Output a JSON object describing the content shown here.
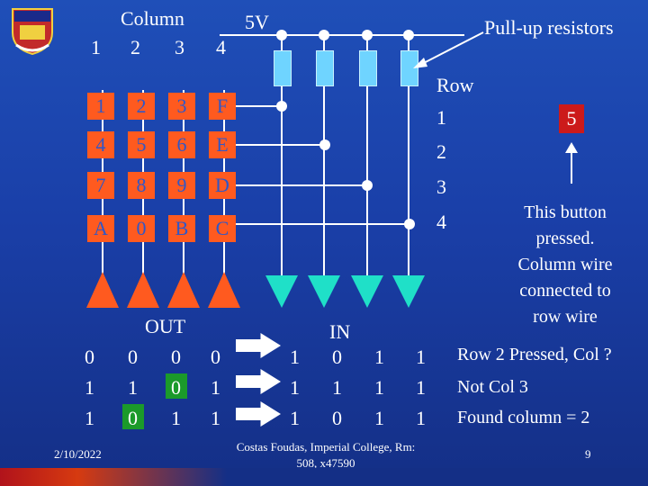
{
  "slide": {
    "column_label": "Column",
    "column_numbers": [
      "1",
      "2",
      "3",
      "4"
    ],
    "supply_label": "5V",
    "pullup_label": "Pull-up resistors",
    "row_label": "Row",
    "row_numbers": [
      "1",
      "2",
      "3",
      "4"
    ],
    "keys": [
      [
        "1",
        "2",
        "3",
        "F"
      ],
      [
        "4",
        "5",
        "6",
        "E"
      ],
      [
        "7",
        "8",
        "9",
        "D"
      ],
      [
        "A",
        "0",
        "B",
        "C"
      ]
    ],
    "out_label": "OUT",
    "in_label": "IN",
    "out_rows": [
      [
        "0",
        "0",
        "0",
        "0"
      ],
      [
        "1",
        "1",
        "0",
        "1"
      ],
      [
        "1",
        "0",
        "1",
        "1"
      ]
    ],
    "in_rows": [
      [
        "1",
        "0",
        "1",
        "1"
      ],
      [
        "1",
        "1",
        "1",
        "1"
      ],
      [
        "1",
        "0",
        "1",
        "1"
      ]
    ],
    "pressed_key": "5",
    "note_lines": [
      "This button",
      "pressed.",
      "Column wire",
      "connected to",
      "row wire"
    ],
    "row_pressed_text": "Row 2 Pressed, Col ?",
    "not_col_text": "Not Col 3",
    "found_text": "Found column = 2",
    "date": "2/10/2022",
    "footer_line1": "Costas Foudas, Imperial College, Rm:",
    "footer_line2": "508, x47590",
    "page_number": "9"
  },
  "colors": {
    "background": "#1f4fb8",
    "key_fill": "#ff5a1f",
    "key_text": "#2f57c8",
    "out_highlight": "#1b9a2a",
    "resistor": "#6fd4ff",
    "in_triangle": "#1fe0c8",
    "pressed_box": "#cc1a1a"
  },
  "icons": [
    "university-crest-icon",
    "arrow-right-icon",
    "arrow-up-icon",
    "triangle-up-icon",
    "triangle-down-icon",
    "resistor-icon"
  ]
}
